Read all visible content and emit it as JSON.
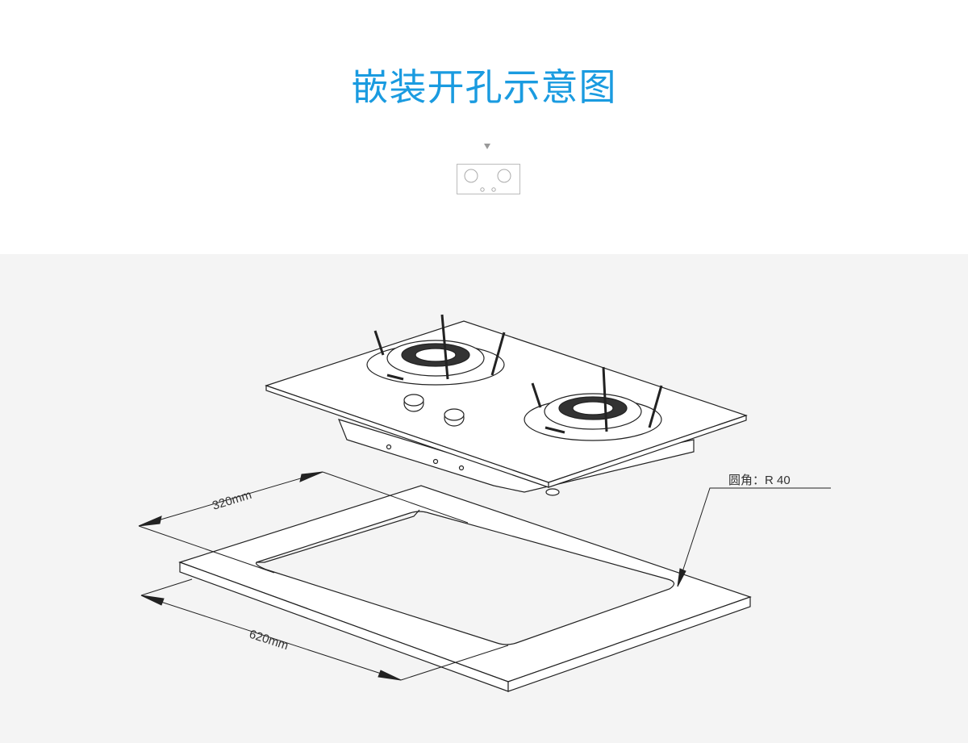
{
  "title": "嵌装开孔示意图",
  "icons": {
    "indicator": "triangle-down-icon",
    "thumbnail": "cooktop-thumbnail-icon"
  },
  "colors": {
    "title": "#1a9be0",
    "background_bottom": "#f4f4f4",
    "line": "#222222"
  },
  "diagram": {
    "depth_label": "320mm",
    "width_label": "620mm",
    "corner_radius_label": "圆角：R 40"
  }
}
